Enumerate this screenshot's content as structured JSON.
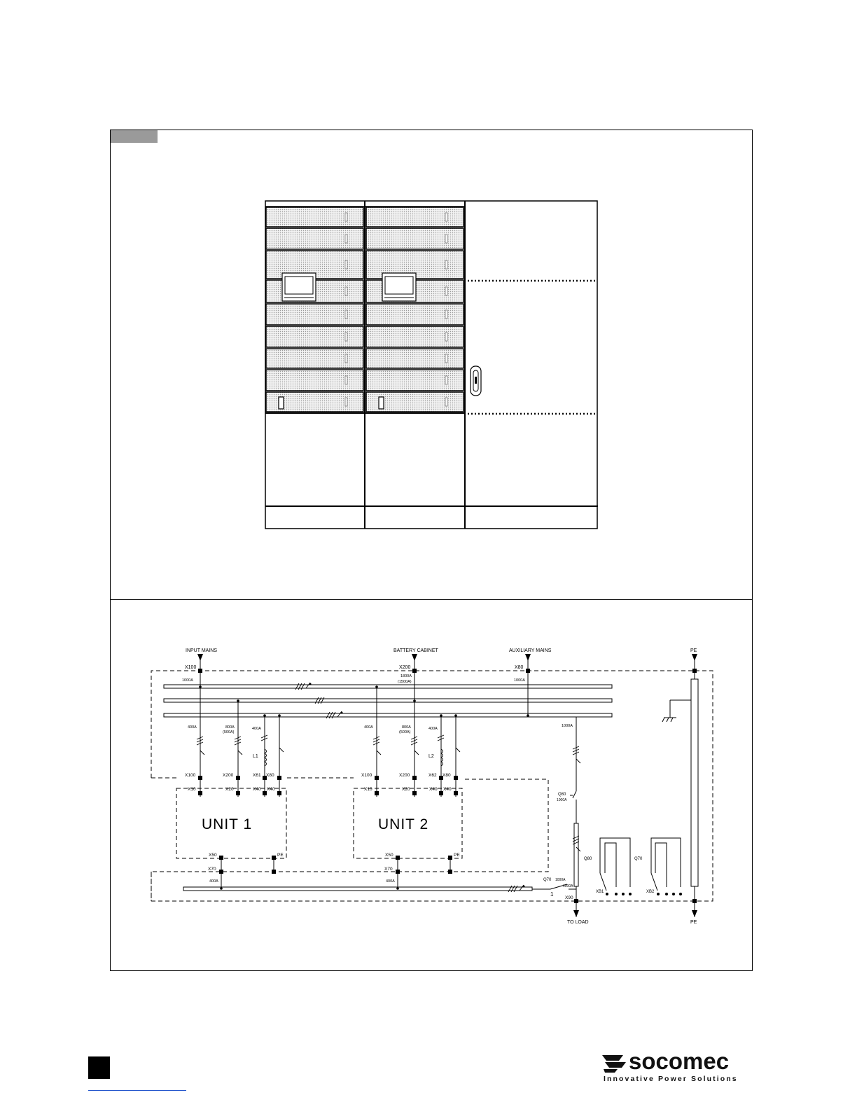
{
  "colors": {
    "line": "#000000",
    "tab": "#9a9a9a",
    "panel_fill": "#e6e6e6",
    "link_line": "#2255cc"
  },
  "schematic": {
    "top_labels": {
      "input_mains": "INPUT MAINS",
      "battery_cabinet": "BATTERY CABINET",
      "auxiliary_mains": "AUXILIARY MAINS",
      "pe_top": "PE"
    },
    "terminals_top": {
      "x100": "X100",
      "x200": "X200",
      "x80": "X80"
    },
    "ratings_top": {
      "r1": "1000A",
      "r2a": "1800A",
      "r2b": "(1500A)",
      "r3": "1000A"
    },
    "branch": {
      "r400": "400A",
      "r800a": "800A",
      "r800b": "(500A)",
      "r400b": "400A",
      "r1000": "1000A"
    },
    "unit_terminals_upper": {
      "x100": "X100",
      "x200": "X200",
      "x61": "X61",
      "x62": "X62",
      "x80": "X80"
    },
    "unit_terminals_lower": {
      "x10": "X10",
      "x20": "X20",
      "x40": "X40"
    },
    "inductors": {
      "l1": "L1",
      "l2": "L2"
    },
    "units": {
      "unit1": "UNIT 1",
      "unit2": "UNIT 2"
    },
    "unit_bottom": {
      "x50": "X50",
      "pe": "PE"
    },
    "output": {
      "x70": "X70",
      "r400": "400A"
    },
    "bypass": {
      "q80": "Q80",
      "q80_rating": "1000A",
      "q80_lower": "Q80",
      "q70": "Q70",
      "q70_rating": "1000A",
      "q70_label": "Q70",
      "r1000": "1000A",
      "one": "1",
      "x90": "X90",
      "to_load": "TO LOAD"
    },
    "xb": {
      "xb1": "XB1",
      "xb2": "XB2"
    },
    "pe_bottom": "PE"
  },
  "brand": {
    "name": "socomec",
    "tagline": "Innovative Power Solutions"
  }
}
